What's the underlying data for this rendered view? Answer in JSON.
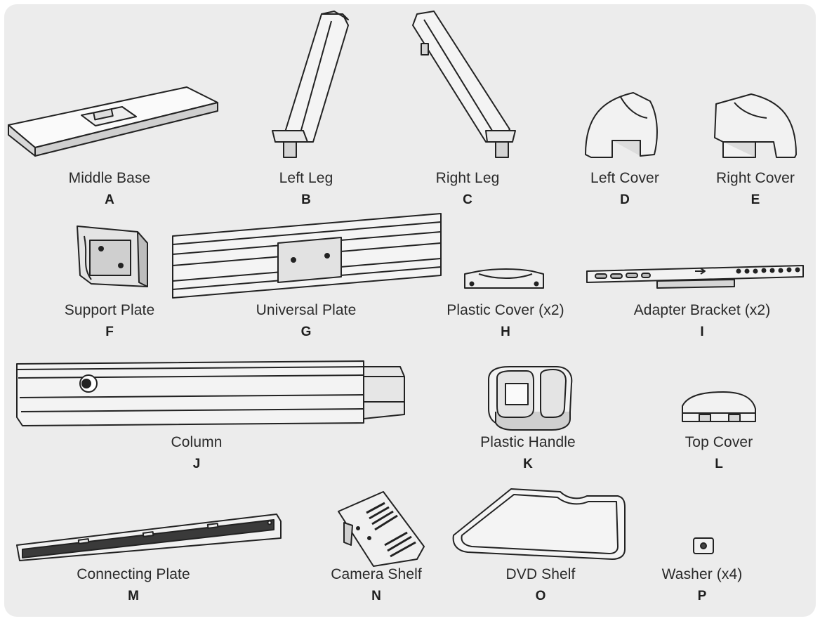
{
  "parts": {
    "a": {
      "name": "Middle Base",
      "letter": "A"
    },
    "b": {
      "name": "Left Leg",
      "letter": "B"
    },
    "c": {
      "name": "Right Leg",
      "letter": "C"
    },
    "d": {
      "name": "Left Cover",
      "letter": "D"
    },
    "e": {
      "name": "Right Cover",
      "letter": "E"
    },
    "f": {
      "name": "Support Plate",
      "letter": "F"
    },
    "g": {
      "name": "Universal Plate",
      "letter": "G"
    },
    "h": {
      "name": "Plastic Cover (x2)",
      "letter": "H"
    },
    "i": {
      "name": "Adapter Bracket (x2)",
      "letter": "I"
    },
    "j": {
      "name": "Column",
      "letter": "J"
    },
    "k": {
      "name": "Plastic Handle",
      "letter": "K"
    },
    "l": {
      "name": "Top Cover",
      "letter": "L"
    },
    "m": {
      "name": "Connecting Plate",
      "letter": "M"
    },
    "n": {
      "name": "Camera Shelf",
      "letter": "N"
    },
    "o": {
      "name": "DVD Shelf",
      "letter": "O"
    },
    "p": {
      "name": "Washer (x4)",
      "letter": "P"
    }
  }
}
